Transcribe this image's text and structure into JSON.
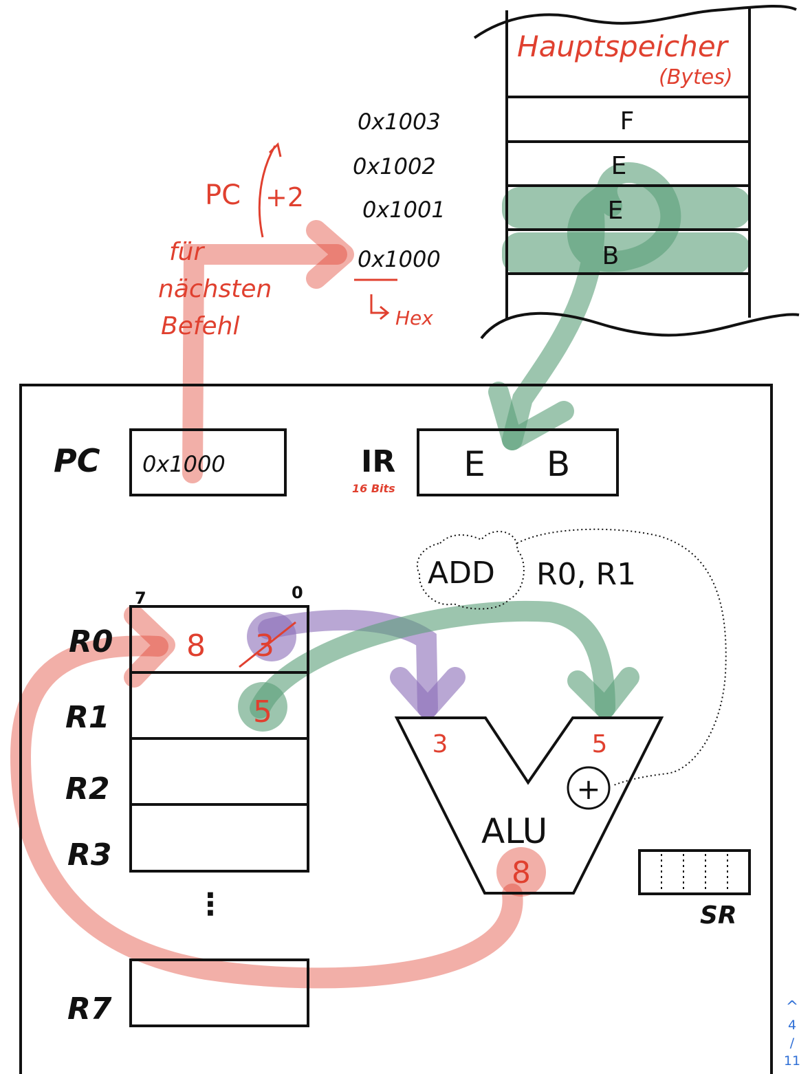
{
  "memory": {
    "title": "Hauptspeicher",
    "subtitle": "(Bytes)",
    "cells": [
      {
        "address": "0x1003",
        "value": "F"
      },
      {
        "address": "0x1002",
        "value": "E"
      },
      {
        "address": "0x1001",
        "value": "E"
      },
      {
        "address": "0x1000",
        "value": "B"
      }
    ],
    "hex_note": "Hex"
  },
  "pc_note": {
    "label": "PC",
    "increment": "+2",
    "line1": "für",
    "line2": "nächsten",
    "line3": "Befehl"
  },
  "cpu": {
    "pc_label": "PC",
    "pc_value": "0x1000",
    "ir_label": "IR",
    "ir_bits": "16 Bits",
    "ir_value_high": "E",
    "ir_value_low": "B",
    "instruction_op": "ADD",
    "instruction_args": "R0, R1",
    "reg_bit_high": "7",
    "reg_bit_low": "0",
    "registers": [
      "R0",
      "R1",
      "R2",
      "R3",
      "R7"
    ],
    "r0_new": "8",
    "r0_old": "3",
    "r1_value": "5",
    "dots": "⋮",
    "alu_label": "ALU",
    "alu_in_left": "3",
    "alu_in_right": "5",
    "alu_op": "+",
    "alu_result": "8",
    "sr_label": "SR"
  },
  "pager": {
    "up_icon": "^",
    "current": "4",
    "sep": "/",
    "total": "11"
  },
  "colors": {
    "red": "#e0402f",
    "green": "#5a9e78",
    "purple": "#8a6cb8",
    "ink": "#111111",
    "link": "#2f6fd6"
  }
}
